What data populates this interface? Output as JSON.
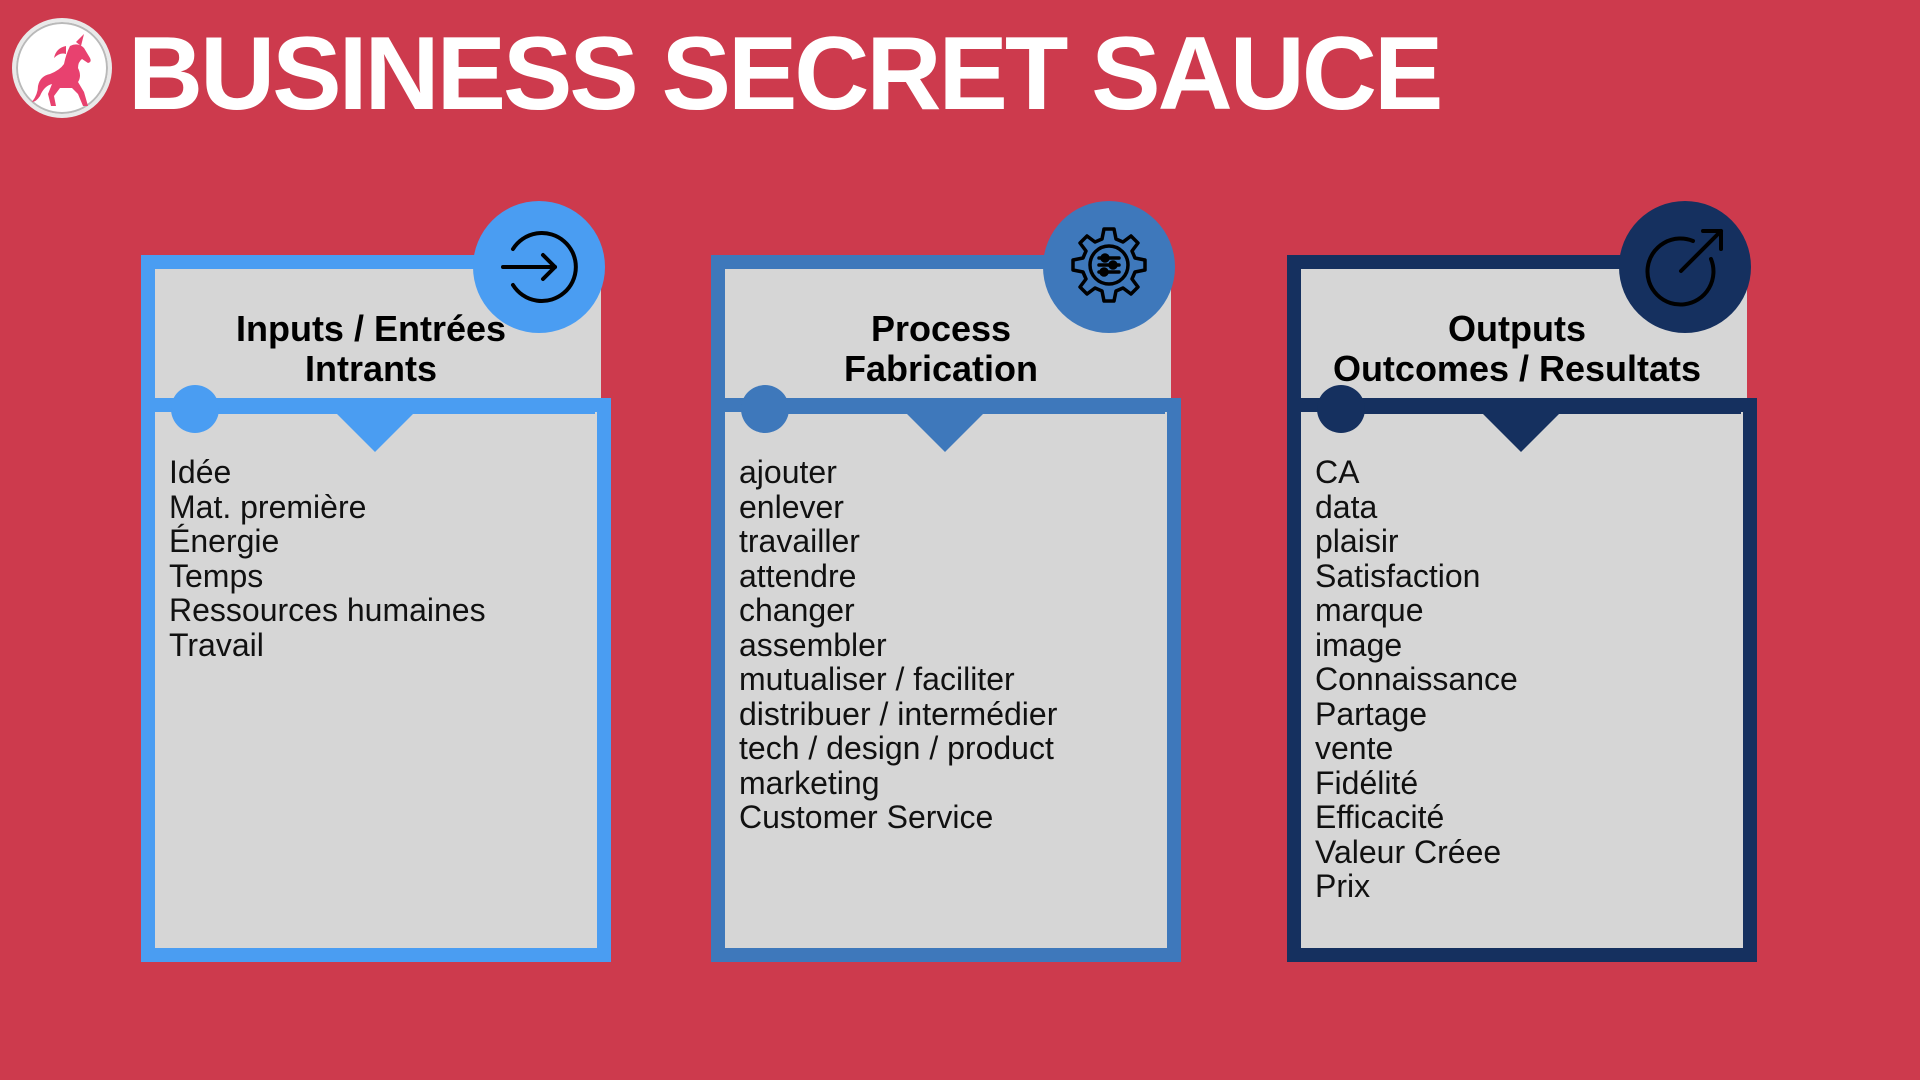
{
  "title": "BUSINESS SECRET SAUCE",
  "logo_icon": "unicorn-icon",
  "colors": {
    "background": "#cd3a4d",
    "inputs": "#4a9df2",
    "process": "#3e78bb",
    "outputs": "#15305f",
    "panel": "#d6d6d6"
  },
  "columns": [
    {
      "icon": "arrow-in-icon",
      "heading": [
        "Inputs / Entrées",
        "Intrants"
      ],
      "items": [
        "Idée",
        "Mat. première",
        "Énergie",
        "Temps",
        "Ressources humaines",
        "Travail"
      ]
    },
    {
      "icon": "gear-icon",
      "heading": [
        "Process",
        "Fabrication"
      ],
      "items": [
        "ajouter",
        "enlever",
        "travailler",
        "attendre",
        "changer",
        "assembler",
        "mutualiser / faciliter",
        "distribuer / intermédier",
        "tech / design / product",
        "marketing",
        "Customer Service"
      ]
    },
    {
      "icon": "arrow-out-icon",
      "heading": [
        "Outputs",
        "Outcomes / Resultats"
      ],
      "items": [
        "CA",
        "data",
        "plaisir",
        "Satisfaction",
        "marque",
        "image",
        "Connaissance",
        "Partage",
        "vente",
        "Fidélité",
        "Efficacité",
        "Valeur Créee",
        "Prix"
      ]
    }
  ]
}
